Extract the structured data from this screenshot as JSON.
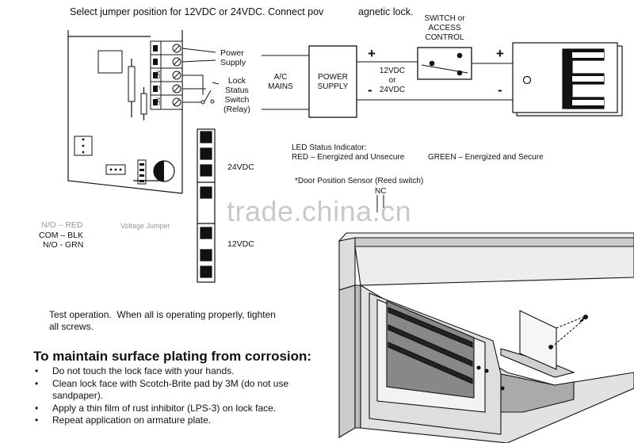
{
  "header_text": "Select jumper position for 12VDC or 24VDC. Connect pov",
  "header_text_right": "agnetic lock.",
  "terminal_labels": [
    "+",
    "-",
    "NO",
    "C",
    "NC"
  ],
  "board_labels": {
    "power_supply": "Power\nSupply",
    "lock_status": "Lock\nStatus\nSwitch\n(Relay)"
  },
  "jumper_labels": {
    "v24": "24VDC",
    "v12": "12VDC"
  },
  "wire_colors": {
    "line1": "N/O – RED",
    "line2": "COM – BLK",
    "line3": "N/O - GRN"
  },
  "voltage_jumper": "Voltage Jumper",
  "wiring": {
    "ac_mains": "A/C\nMAINS",
    "power_supply_box": "POWER\nSUPPLY",
    "plus": "+",
    "minus": "-",
    "voltage_text": "12VDC\nor\n24VDC",
    "switch_label": "SWITCH or\nACCESS\nCONTROL",
    "lock_plus": "+",
    "lock_minus": "-"
  },
  "led": {
    "title": "LED Status Indicator:",
    "red": "RED – Energized and Unsecure",
    "green": "GREEN – Energized and Secure"
  },
  "door_sensor": {
    "label": "*Door Position Sensor (Reed switch)",
    "nc": "NC"
  },
  "watermark": "trade.china.cn",
  "test_operation": "Test operation.  When all is operating properly, tighten\nall screws.",
  "maintenance": {
    "title": "To maintain surface plating from corrosion:",
    "items": [
      "Do not touch the lock face with your hands.",
      "Clean lock face with Scotch-Brite pad by 3M (do not use sandpaper).",
      "Apply a thin film of rust inhibitor (LPS-3) on lock face.",
      "Repeat application on armature plate."
    ]
  },
  "colors": {
    "line": "#111111",
    "watermark": "#c9c9c9"
  }
}
